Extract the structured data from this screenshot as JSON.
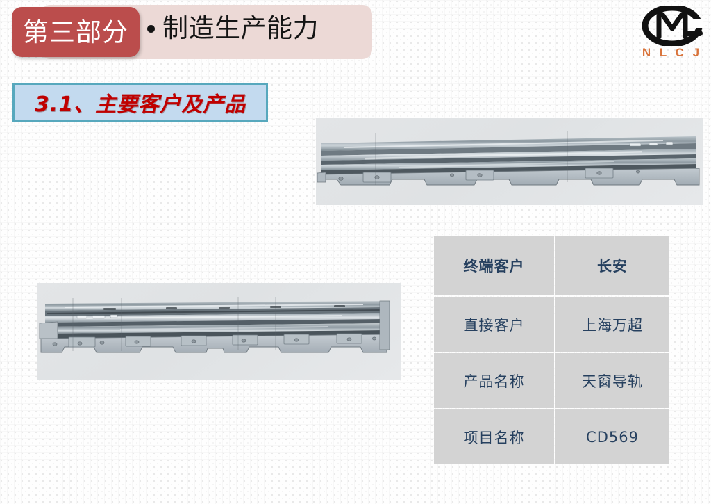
{
  "slide": {
    "background_color": "#fefefe"
  },
  "header": {
    "badge_label": "第三部分",
    "badge_color": "#bb4d4c",
    "band_color": "#ecd9d6",
    "topic_label": "制造生产能力",
    "bullet_icon": "bullet-dot-icon"
  },
  "logo": {
    "mark_icon": "nlcj-oval-m-logo-icon",
    "text": "N L C J",
    "text_color": "#d9743c",
    "mark_color": "#111111"
  },
  "section": {
    "title": "3.1、主要客户及产品",
    "title_color": "#c00000",
    "box_fill": "#c3daef",
    "box_border": "#57a8bd"
  },
  "figures": [
    {
      "name": "sunroof-rail-render-top",
      "caption": "",
      "background": "#e2e4e6"
    },
    {
      "name": "sunroof-rail-render-bottom",
      "caption": "",
      "background": "#e2e4e6"
    }
  ],
  "spec_table": {
    "cell_fill": "#d3d3d3",
    "text_color": "#26405f",
    "rows": [
      {
        "label": "终端客户",
        "value": "长安",
        "header": true
      },
      {
        "label": "直接客户",
        "value": "上海万超",
        "header": false
      },
      {
        "label": "产品名称",
        "value": "天窗导轨",
        "header": false
      },
      {
        "label": "项目名称",
        "value": "CD569",
        "header": false
      }
    ]
  }
}
